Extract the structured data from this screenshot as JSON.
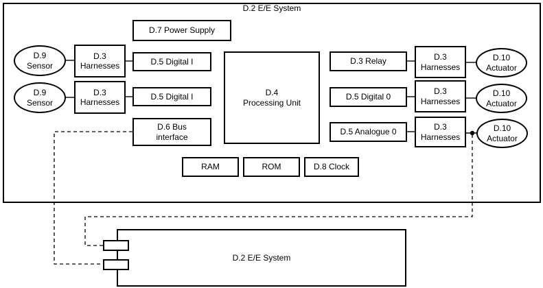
{
  "system": {
    "title": "D.2 E/E System",
    "left": {
      "sensor_1": "D.9\nSensor",
      "sensor_2": "D.9\nSensor",
      "harnesses_1": "D.3\nHarnesses",
      "harnesses_2": "D.3\nHarnesses",
      "digital_input_1": "D.5 Digital I",
      "digital_input_2": "D.5 Digital I"
    },
    "center": {
      "power_supply": "D.7 Power Supply",
      "processing_unit": "D.4\nProcessing Unit",
      "bus_interface": "D.6 Bus\ninterface",
      "ram": "RAM",
      "rom": "ROM",
      "clock": "D.8 Clock"
    },
    "right": {
      "relay": "D.3 Relay",
      "digital_output": "D.5 Digital 0",
      "analogue_output": "D.5 Analogue 0",
      "harnesses_1": "D.3\nHarnesses",
      "harnesses_2": "D.3\nHarnesses",
      "harnesses_3": "D.3\nHarnesses",
      "actuator_1": "D.10\nActuator",
      "actuator_2": "D.10\nActuator",
      "actuator_3": "D.10\nActuator"
    }
  },
  "subsystem": {
    "title": "D.2 E/E System"
  },
  "colors": {
    "stroke": "#000000",
    "fill": "#ffffff"
  }
}
